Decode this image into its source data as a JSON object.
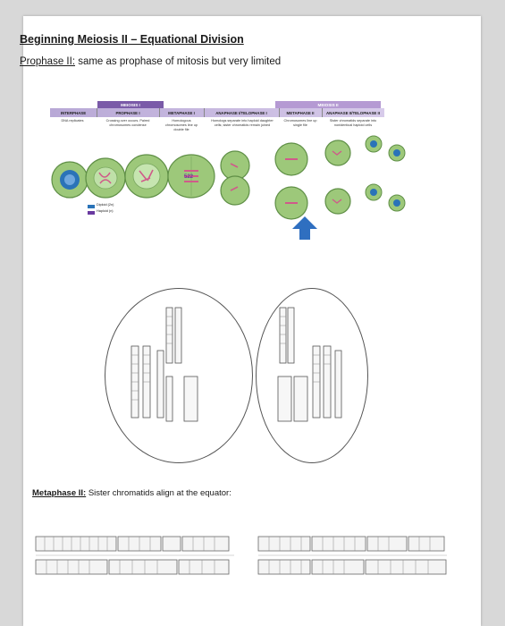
{
  "doc": {
    "title": "Beginning Meiosis II – Equational Division",
    "prophase_label": "Prophase II:",
    "prophase_text": " same as prophase of mitosis but very limited",
    "metaphase_label": "Metaphase II:",
    "metaphase_text": " Sister chromatids align at the equator:"
  },
  "diagram": {
    "meiosis1": "MEIOSIS I",
    "meiosis2": "MEIOSIS II",
    "phases": [
      "INTERPHASE",
      "PROPHASE I",
      "METAPHASE I",
      "ANAPHASE I/TELOPHASE I",
      "METAPHASE II",
      "ANAPHASE II/TELOPHASE II"
    ],
    "descriptions": [
      "DNA replicates",
      "Crossing over occurs. Paired chromosomes condense",
      "Homologous chromosomes line up double file",
      "Homologs separate into haploid daughter cells; sister chromatids remain joined",
      "Chromosomes line up single file",
      "Sister chromatids separate into nonidentical haploid cells"
    ],
    "legend": [
      "Diploid (2n)",
      "Haploid (n)"
    ],
    "colors": {
      "bar_left": "#7a5aa8",
      "bar_right": "#b59ad3",
      "cell_green": "#9dc87a",
      "cell_blue": "#2a73b8",
      "chrom_pink": "#d05a8a",
      "arrow_blue": "#2f6fc0"
    }
  },
  "icons": [
    "arrow-up-icon"
  ]
}
